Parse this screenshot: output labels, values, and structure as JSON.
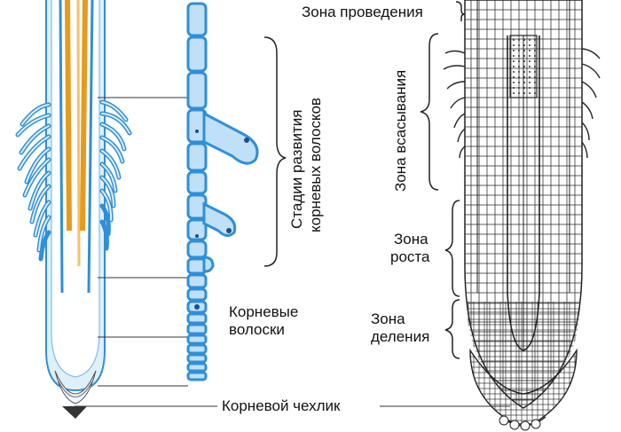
{
  "labels": {
    "conduction_zone": "Зона проведения",
    "absorption_zone": "Зона всасывания",
    "growth_zone": [
      "Зона",
      "роста"
    ],
    "division_zone": [
      "Зона",
      "деления"
    ],
    "root_hairs": [
      "Корневые",
      "волоски"
    ],
    "root_cap": "Корневой чехлик",
    "hair_stages": [
      "Стадии развития",
      "корневых волосков"
    ]
  },
  "colors": {
    "accent_blue": "#2f8fd8",
    "light_blue": "#bfe0f7",
    "vascular_orange": "#e89a1c",
    "ink": "#222222"
  }
}
